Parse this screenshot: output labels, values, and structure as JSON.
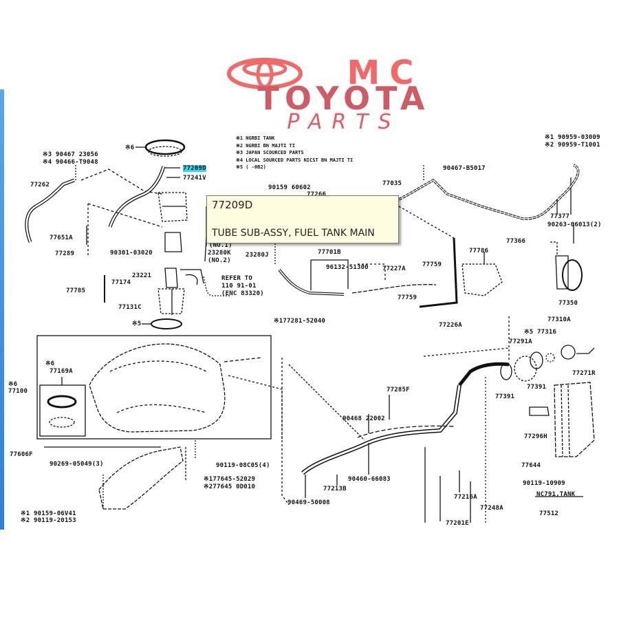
{
  "logo": {
    "line1": "MC",
    "line2": "TOYOTA",
    "line3": "PARTS",
    "colors": {
      "mc": "#f06a6a",
      "toyota": "#cd5c67",
      "parts": "#e55a64"
    }
  },
  "notes": [
    "※1 NGRBI TANK",
    "※2 NGRBI BN MAJTI TI",
    "※3 JAPAN SCOURCED PARTS",
    "※4 LOCAL SOURCED PARTS NICST BN MAJTI TI",
    "※5 (  -0B2)"
  ],
  "tooltip": {
    "code": "77209D",
    "description": "TUBE SUB-ASSY, FUEL TANK MAIN",
    "bg": "#fefbe0"
  },
  "highlight_color": "#38d6f0",
  "labels": {
    "p77209d": "77209D",
    "p77241v": "77241V",
    "k6top": "※6",
    "clip1": "※3 90467 23056",
    "clip2": "※4 90466-T9048",
    "p77262": "77262",
    "p77651a": "77651A",
    "p77289": "77289",
    "p90301": "90301-03020",
    "no1": "(NO.1)",
    "p23280k": "23280K",
    "no2": "(NO.2)",
    "p23280j": "23280J",
    "p23221": "23221",
    "p77174": "77174",
    "p77785": "77785",
    "p77131c": "77131C",
    "refer1": "REFER TO",
    "refer2": "110 91-01",
    "refer3": "(ENC 83320)",
    "k5": "※5",
    "p90159": "90159 60602",
    "p77266": "77266",
    "p77035": "77035",
    "p77701b": "77701B",
    "p96132": "96132-51300",
    "p77227a": "77227A",
    "p77759a": "77759",
    "p77759b": "77759",
    "p77226a": "77226A",
    "p77786": "77786",
    "clip3": "※177281-52040",
    "p90467top": "90467-B5017",
    "clip4": "※1 90959-03009",
    "clip5": "※2 90959-T1001",
    "p77377": "77377",
    "p90263": "90263-06013(2)",
    "p77366": "77366",
    "p77350": "77350",
    "p77310a": "77310A",
    "p77316": "※5 77316",
    "p77291a": "77291A",
    "p77391a": "77391",
    "p77391b": "77391",
    "p77271r": "77271R",
    "p77296h": "77296H",
    "p77644": "77644",
    "p90119b": "90119-10909",
    "nc": "NC791,TANK",
    "p77512": "77512",
    "k6a": "※6",
    "p77169a": "77169A",
    "k6b": "※6",
    "p77100": "77100",
    "p77606f": "77606F",
    "p90269": "90269-05049(3)",
    "p90119a": "90119-08C05(4)",
    "c77645a": "※177645-52029",
    "c77645b": "※277645 0D010",
    "c90159": "※1 90159-06V41",
    "c90119": "※2 90119-20153",
    "p77285f": "77285F",
    "p90468a": "90468 22002",
    "p90460": "90460-66083",
    "p77213b": "77213B",
    "p90469": "90469-50008",
    "p77216a": "77216A",
    "p77248a": "77248A",
    "p77201e": "77201E"
  }
}
